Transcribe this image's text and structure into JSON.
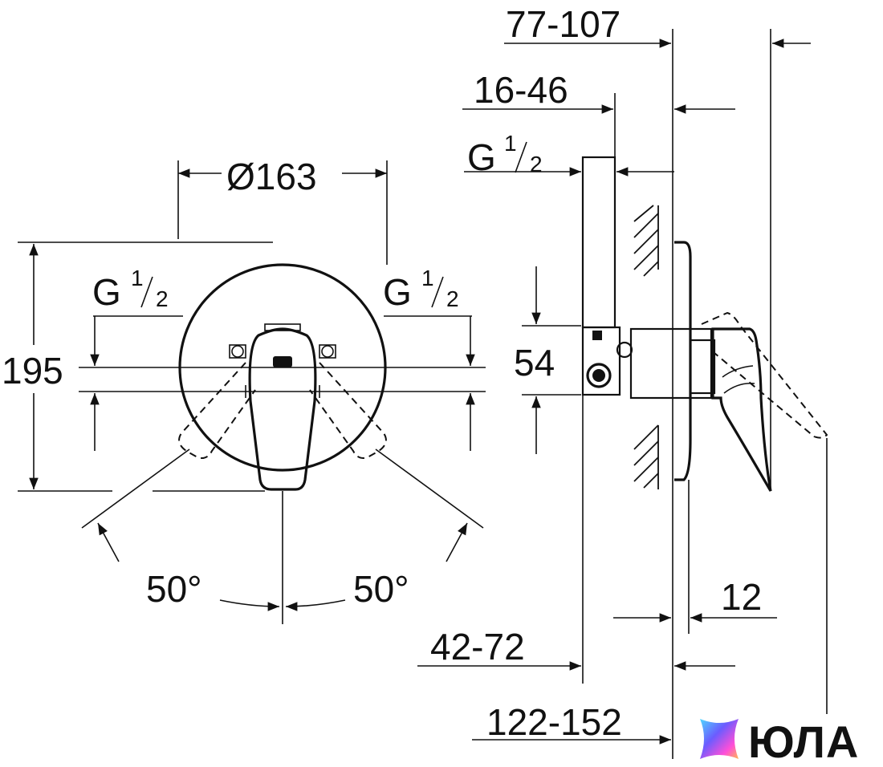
{
  "dimensions": {
    "d_77_107": "77-107",
    "d_16_46": "16-46",
    "g_side": "G",
    "g_left": "G",
    "g_right": "G",
    "g_num": "1",
    "g_den": "2",
    "diameter": "Ø163",
    "height_195": "195",
    "height_54": "54",
    "angle_left": "50°",
    "angle_right": "50°",
    "d_12": "12",
    "d_42_72": "42-72",
    "d_122_152": "122-152"
  },
  "logo": {
    "text": "ЮЛА",
    "colors": [
      "#4fd8ff",
      "#6b5cff",
      "#ff4fd8",
      "#ffb84f"
    ]
  }
}
